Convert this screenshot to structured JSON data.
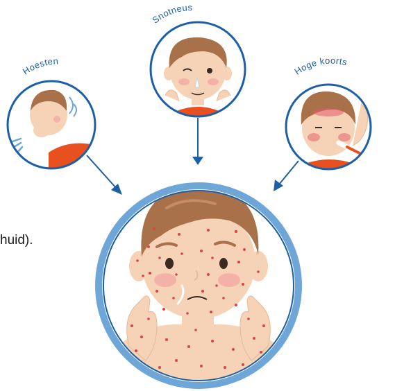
{
  "labels": {
    "cough": "Hoesten",
    "runny_nose": "Snotneus",
    "high_fever": "Hoge koorts"
  },
  "side_text": "huid).",
  "colors": {
    "ring_dark": "#1d5fa6",
    "ring_light": "#6fa6d8",
    "skin": "#f6d3b6",
    "hair": "#a8714a",
    "shirt": "#e8511f",
    "spots": "#d6444f"
  }
}
